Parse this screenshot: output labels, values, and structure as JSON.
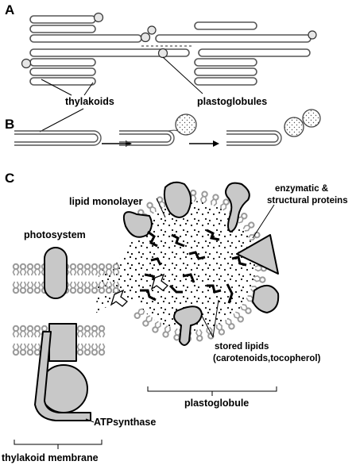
{
  "panels": {
    "a": "A",
    "b": "B",
    "c": "C"
  },
  "labels": {
    "thylakoids": "thylakoids",
    "plastoglobules": "plastoglobules",
    "lipid_monolayer": "lipid monolayer",
    "photosystem": "photosystem",
    "enzymatic_line1": "enzymatic &",
    "enzymatic_line2": "structural proteins",
    "stored_lipids_line1": "stored lipids",
    "stored_lipids_line2": "(carotenoids,tocopherol)",
    "plastoglobule": "plastoglobule",
    "atpsynthase": "ATPsynthase",
    "thylakoid_membrane": "thylakoid membrane"
  },
  "colors": {
    "protein_fill": "#c8c8c8",
    "lipid_gray": "#9a9a9a",
    "globule_fill": "#e6e6e6"
  }
}
